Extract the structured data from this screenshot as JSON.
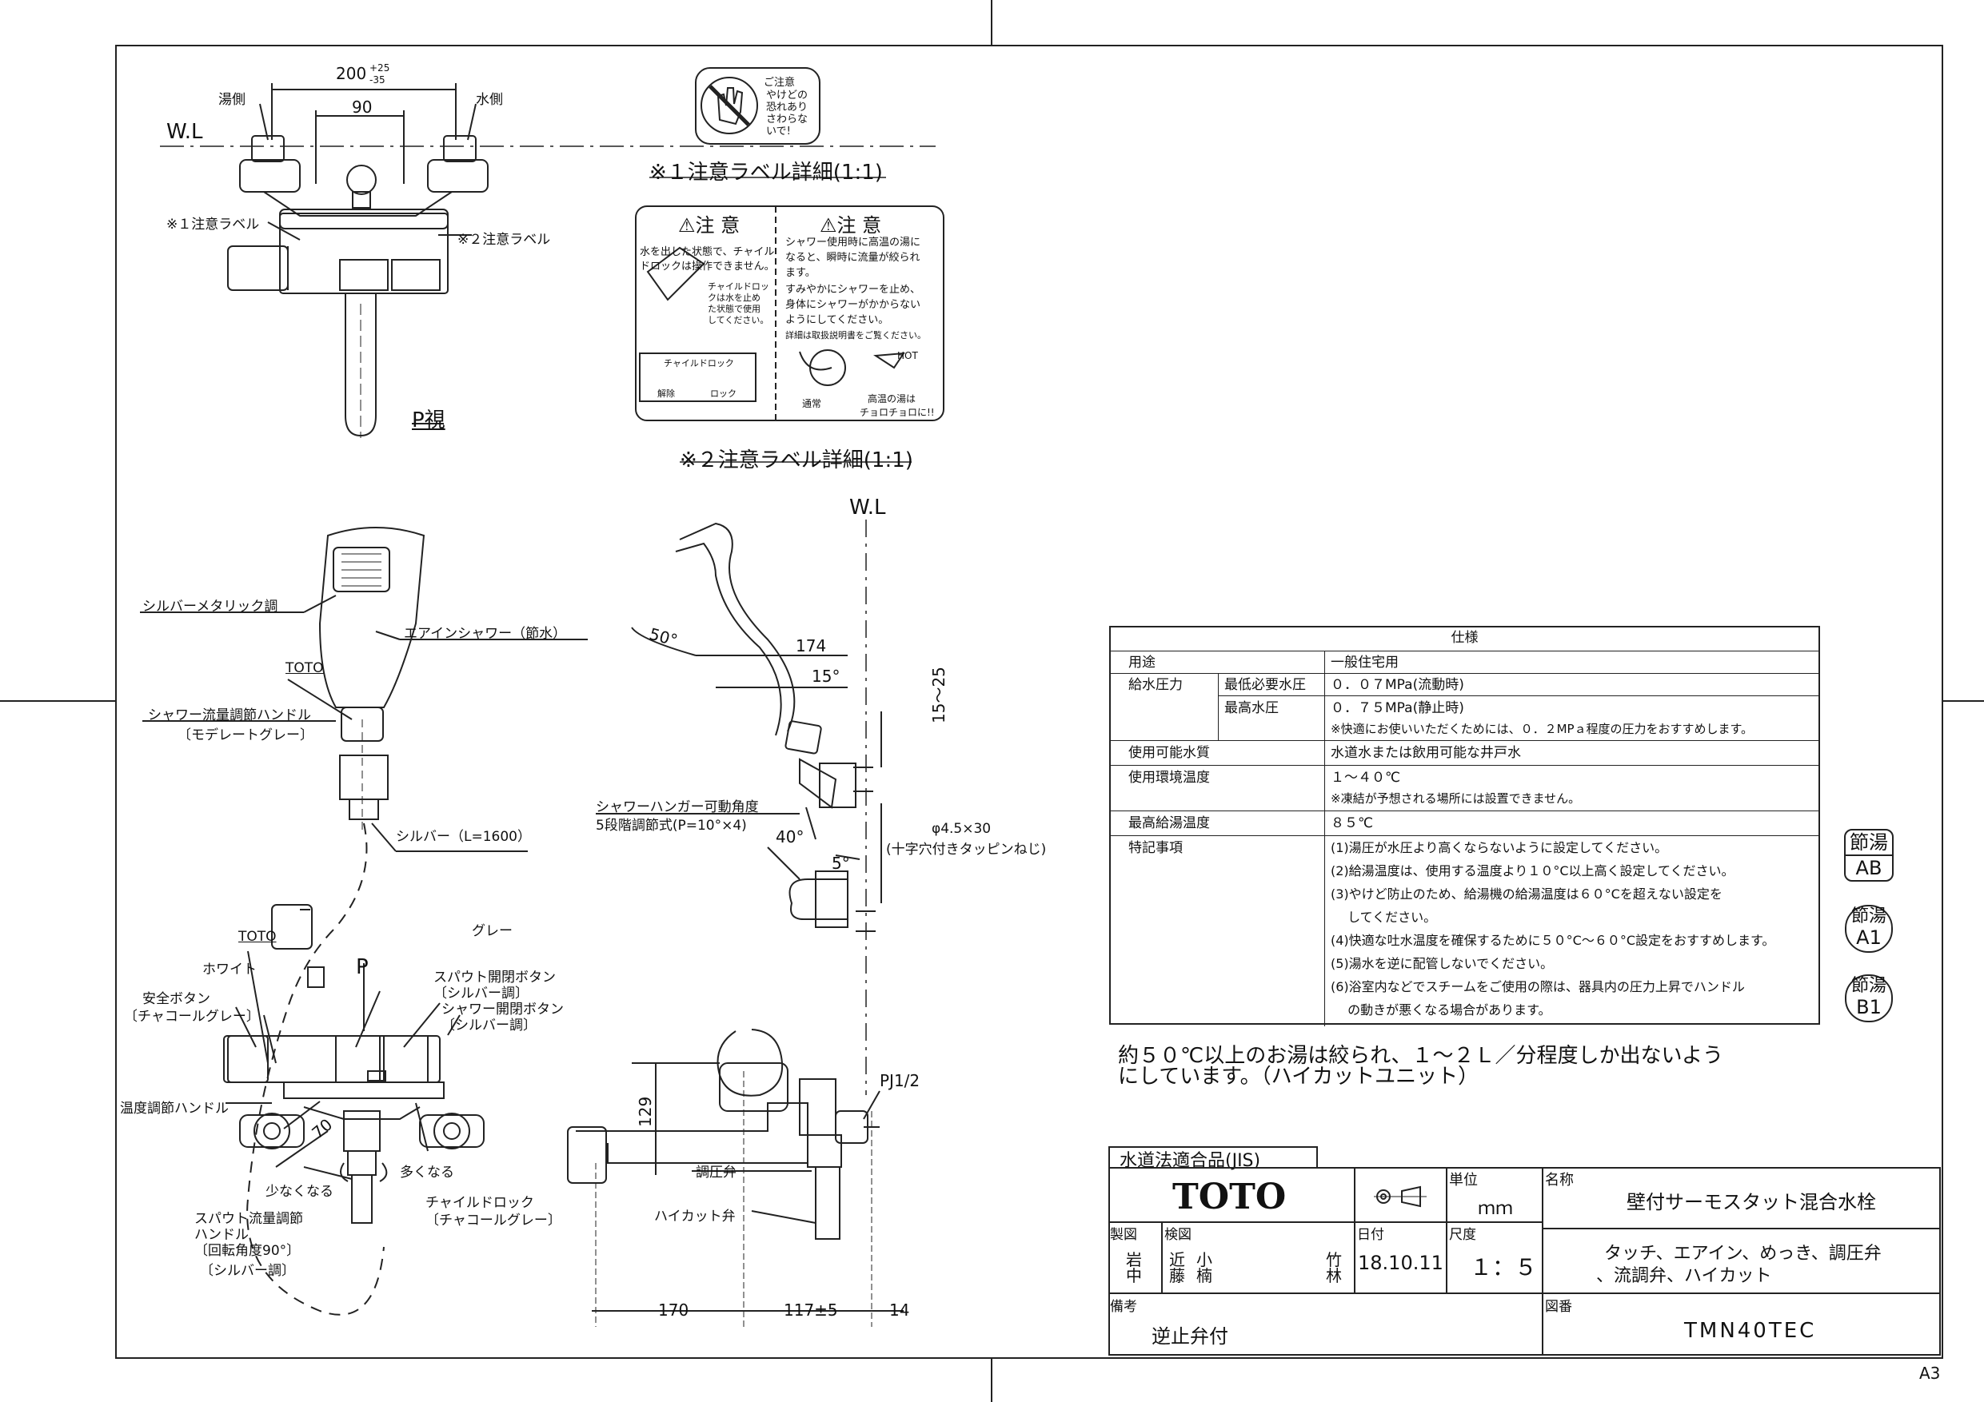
{
  "labels": {
    "dim_200": "200",
    "dim_200_tol_top": "+25",
    "dim_200_tol_bot": "-35",
    "dim_90": "90",
    "yu_side": "湯側",
    "mizu_side": "水側",
    "wl_top": "W.L",
    "caution1": "※１注意ラベル",
    "caution2": "※２注意ラベル",
    "p_view": "P視",
    "caution1_detail": "※１注意ラベル詳細(1:1)",
    "caution2_detail": "※２注意ラベル詳細(1:1)",
    "silver_metallic": "シルバーメタリック調",
    "airin_shower": "エアインシャワー（節水）",
    "toto1": "TOTO",
    "shower_flow_handle": "シャワー流量調節ハンドル",
    "moderate_gray": "〔モデレートグレー〕",
    "silver_hose": "シルバー（L=1600）",
    "wl_side": "W.L",
    "ang50": "50°",
    "d174": "174",
    "ang15": "15°",
    "d15_25": "15～25",
    "hanger_angle": "シャワーハンガー可動角度",
    "hanger_steps": "5段階調節式(P=10°×4)",
    "ang40": "40°",
    "ang5": "5°",
    "screw_dim": "φ4.5×30",
    "screw_type": "(十字穴付きタッピンねじ)",
    "gray": "グレー",
    "toto2": "TOTO",
    "white": "ホワイト",
    "safety_btn": "安全ボタン",
    "charcoal1": "〔チャコールグレー〕",
    "p_mark": "P",
    "spout_btn": "スパウト開閉ボタン",
    "silver_tone1": "〔シルバー調〕",
    "shower_btn": "シャワー開閉ボタン",
    "silver_tone2": "〔シルバー調〕",
    "temp_handle": "温度調節ハンドル",
    "d70": "70",
    "less": "少なくなる",
    "more": "多くなる",
    "child_lock": "チャイルドロック",
    "charcoal2": "〔チャコールグレー〕",
    "spout_flow1": "スパウト流量調節",
    "spout_flow2": "ハンドル",
    "spout_flow3": "〔回転角度90°〕",
    "spout_flow4": "〔シルバー調〕",
    "d129": "129",
    "pressure_valve": "調圧弁",
    "highcut_valve": "ハイカット弁",
    "pj": "PJ1/2",
    "d170": "170",
    "d117": "117±5",
    "d14": "14",
    "note_50c_1": "約５０℃以上のお湯は絞られ、１～２Ｌ／分程度しか出ないよう",
    "note_50c_2": "にしています。（ハイカットユニット）",
    "sheet": "A3"
  },
  "caution_label": {
    "sticker_title": "ご注意",
    "sticker_text": [
      "やけどの",
      "恐れあり",
      "さわらな",
      "いで!"
    ],
    "left_title": "⚠注 意",
    "left_text1": "水を出した状態で、チャイル",
    "left_text2": "ドロックは操作できません。",
    "left_mini1": "チャイルドロッ",
    "left_mini2": "クは水を止め",
    "left_mini3": "た状態で使用",
    "left_mini4": "してください。",
    "child_lock": "チャイルドロック",
    "release": "解除",
    "lock": "ロック",
    "right_title": "⚠注 意",
    "right_text": [
      "シャワー使用時に高温の湯に",
      "なると、瞬時に流量が絞られ",
      "ます。",
      "すみやかにシャワーを止め、",
      "身体にシャワーがかからない",
      "ようにしてください。"
    ],
    "manual": "詳細は取扱説明書をご覧ください。",
    "hot": "HOT",
    "normal": "通常",
    "hot_note1": "高温の湯は",
    "hot_note2": "チョロチョロに!!"
  },
  "spec": {
    "title": "仕様",
    "rows": [
      {
        "k1": "用途",
        "k2": "",
        "v": "一般住宅用"
      },
      {
        "k1": "給水圧力",
        "k2": "最低必要水圧",
        "v": "０．０７MPa(流動時)"
      },
      {
        "k1": "",
        "k2": "最高水圧",
        "v": "０．７５MPa(静止時)"
      },
      {
        "k1": "",
        "k2": "",
        "v": "※快適にお使いいただくためには、０．２MPａ程度の圧力をおすすめします。"
      },
      {
        "k1": "使用可能水質",
        "k2": "",
        "v": "水道水または飲用可能な井戸水"
      },
      {
        "k1": "使用環境温度",
        "k2": "",
        "v": "１～４０℃"
      },
      {
        "k1": "",
        "k2": "",
        "v": "※凍結が予想される場所には設置できません。"
      },
      {
        "k1": "最高給湯温度",
        "k2": "",
        "v": "８５℃"
      },
      {
        "k1": "特記事項",
        "k2": "",
        "v": "(1)湯圧が水圧より高くならないように設定してください。"
      },
      {
        "k1": "",
        "k2": "",
        "v": "(2)給湯温度は、使用する温度より１０°C以上高く設定してください。"
      },
      {
        "k1": "",
        "k2": "",
        "v": "(3)やけど防止のため、給湯機の給湯温度は６０°Cを超えない設定を"
      },
      {
        "k1": "",
        "k2": "",
        "v": "　 してください。"
      },
      {
        "k1": "",
        "k2": "",
        "v": "(4)快適な吐水温度を確保するために５０°C～６０°C設定をおすすめします。"
      },
      {
        "k1": "",
        "k2": "",
        "v": "(5)湯水を逆に配管しないでください。"
      },
      {
        "k1": "",
        "k2": "",
        "v": "(6)浴室内などでスチームをご使用の際は、器具内の圧力上昇でハンドル"
      },
      {
        "k1": "",
        "k2": "",
        "v": "　 の動きが悪くなる場合があります。"
      }
    ]
  },
  "stamps": [
    {
      "top": "節湯",
      "bottom": "AB"
    },
    {
      "top": "節湯",
      "bottom": "A1"
    },
    {
      "top": "節湯",
      "bottom": "B1"
    }
  ],
  "title_block": {
    "jis": "水道法適合品(JIS)",
    "logo": "TOTO",
    "unit_label": "単位",
    "unit": "ｍｍ",
    "name_label": "名称",
    "name": "壁付サーモスタット混合水栓",
    "drawn_label": "製図",
    "drawn_1": "岩",
    "drawn_2": "中",
    "check_label": "検図",
    "check_1": "近",
    "check_2": "藤",
    "check_3": "小",
    "check_4": "楠",
    "check_5": "竹",
    "check_6": "林",
    "date_label": "日付",
    "date": "18.10.11",
    "scale_label": "尺度",
    "scale": "１：５",
    "features_1": "タッチ、エアイン、めっき、調圧弁",
    "features_2": "、流調弁、ハイカット",
    "remarks_label": "備考",
    "remarks": "逆止弁付",
    "drawing_no_label": "図番",
    "drawing_no": "TMN40TEC"
  }
}
